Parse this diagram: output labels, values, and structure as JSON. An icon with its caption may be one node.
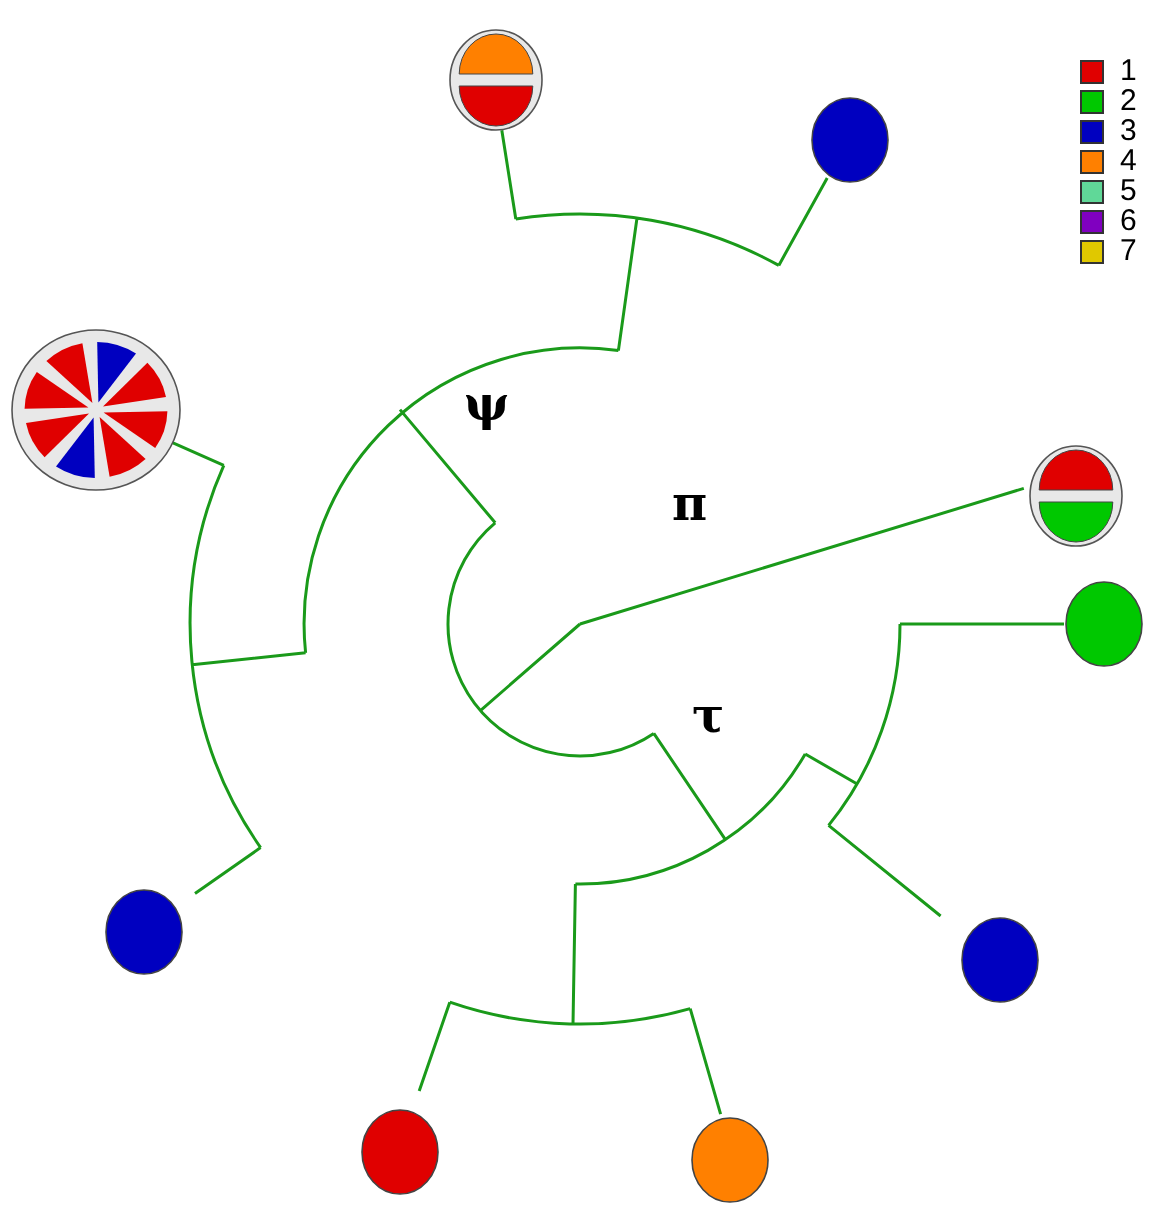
{
  "diagram": {
    "nodes": [
      {
        "text": [],
        "shape": "pie"
      },
      {
        "text": [],
        "shape": "circle"
      },
      {
        "text": [],
        "shape": "pie"
      },
      {
        "text": [],
        "shape": "pie"
      },
      {
        "text": [],
        "shape": "circle"
      },
      {
        "text": [],
        "shape": "circle"
      },
      {
        "text": [],
        "shape": "circle"
      },
      {
        "text": [],
        "shape": "circle"
      },
      {
        "text": [],
        "shape": "circle"
      }
    ],
    "labels": [
      "ψ",
      "π",
      "τ"
    ],
    "legend": [
      {
        "text": "1",
        "color": "#e00000"
      },
      {
        "text": "2",
        "color": "#00c800"
      },
      {
        "text": "3",
        "color": "#0000c0"
      },
      {
        "text": "4",
        "color": "#ff8000"
      },
      {
        "text": "5",
        "color": "#60d898"
      },
      {
        "text": "6",
        "color": "#8000c0"
      },
      {
        "text": "7",
        "color": "#e0c800"
      }
    ]
  }
}
